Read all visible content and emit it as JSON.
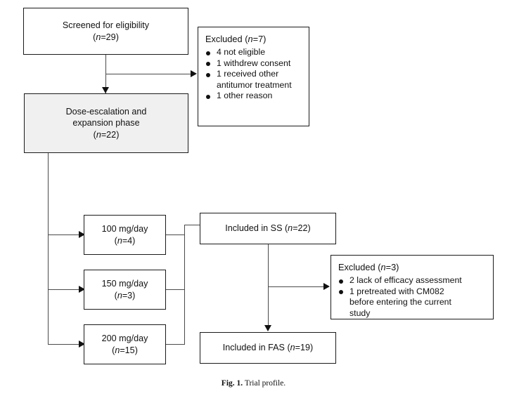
{
  "figure": {
    "caption_label": "Fig. 1.",
    "caption_text": "Trial profile."
  },
  "colors": {
    "box_border": "#1a1a1a",
    "box_fill": "#ffffff",
    "shaded_fill": "#f0f0f0",
    "connector": "#4a4a4a",
    "text": "#111111"
  },
  "nodes": {
    "screened": {
      "line1": "Screened for eligibility",
      "line2_prefix": "(",
      "line2_n": "n",
      "line2_suffix": "=29)"
    },
    "excluded_screening": {
      "title_prefix": "Excluded (",
      "title_n": "n",
      "title_suffix": "=7)",
      "items": [
        "4 not eligible",
        "1 withdrew consent",
        "1 received other antitumor treatment",
        "1 other reason"
      ],
      "items_wrapped": [
        [
          "4 not eligible"
        ],
        [
          "1 withdrew consent"
        ],
        [
          "1 received other",
          "antitumor treatment"
        ],
        [
          "1 other reason"
        ]
      ]
    },
    "phase": {
      "line1": "Dose-escalation and",
      "line2": "expansion phase",
      "line3_prefix": "(",
      "line3_n": "n",
      "line3_suffix": "=22)"
    },
    "dose_100": {
      "line1": "100 mg/day",
      "line2_prefix": "(",
      "line2_n": "n",
      "line2_suffix": "=4)"
    },
    "dose_150": {
      "line1": "150 mg/day",
      "line2_prefix": "(",
      "line2_n": "n",
      "line2_suffix": "=3)"
    },
    "dose_200": {
      "line1": "200 mg/day",
      "line2_prefix": "(",
      "line2_n": "n",
      "line2_suffix": "=15)"
    },
    "included_ss": {
      "text_prefix": "Included in SS (",
      "text_n": "n",
      "text_suffix": "=22)"
    },
    "included_fas": {
      "text_prefix": "Included in FAS (",
      "text_n": "n",
      "text_suffix": "=19)"
    },
    "excluded_fas": {
      "title_prefix": "Excluded (",
      "title_n": "n",
      "title_suffix": "=3)",
      "items": [
        "2 lack of efficacy assessment",
        "1 pretreated with CM082 before entering the current study"
      ],
      "items_wrapped": [
        [
          "2 lack of efficacy assessment"
        ],
        [
          "1 pretreated with CM082",
          "before entering the current",
          "study"
        ]
      ]
    }
  }
}
